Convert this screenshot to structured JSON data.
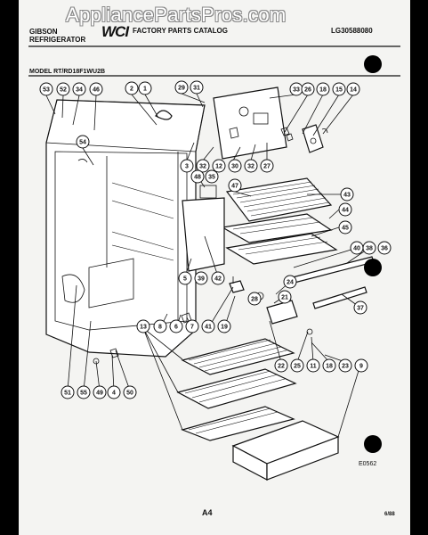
{
  "watermark": "AppliancePartsPros.com",
  "header": {
    "brand": "GIBSON",
    "product": "REFRIGERATOR",
    "logo": "WCI",
    "catalog_title": "FACTORY PARTS CATALOG",
    "catalog_number": "LG30588080"
  },
  "model_line": "MODEL RT/RD18F1WU2B",
  "diagram_code": "E0562",
  "page_number": "A4",
  "date": "6/88",
  "callouts": [
    {
      "id": "c53",
      "label": "53"
    },
    {
      "id": "c52",
      "label": "52"
    },
    {
      "id": "c34",
      "label": "34"
    },
    {
      "id": "c46",
      "label": "46"
    },
    {
      "id": "c2",
      "label": "2"
    },
    {
      "id": "c1",
      "label": "1"
    },
    {
      "id": "c29",
      "label": "29"
    },
    {
      "id": "c31",
      "label": "31"
    },
    {
      "id": "c33",
      "label": "33"
    },
    {
      "id": "c26",
      "label": "26"
    },
    {
      "id": "c18",
      "label": "18"
    },
    {
      "id": "c15",
      "label": "15"
    },
    {
      "id": "c14",
      "label": "14"
    },
    {
      "id": "c54",
      "label": "54"
    },
    {
      "id": "c3",
      "label": "3"
    },
    {
      "id": "c32a",
      "label": "32"
    },
    {
      "id": "c12",
      "label": "12"
    },
    {
      "id": "c30",
      "label": "30"
    },
    {
      "id": "c32b",
      "label": "32"
    },
    {
      "id": "c27",
      "label": "27"
    },
    {
      "id": "c48",
      "label": "48"
    },
    {
      "id": "c35",
      "label": "35"
    },
    {
      "id": "c47",
      "label": "47"
    },
    {
      "id": "c43",
      "label": "43"
    },
    {
      "id": "c44",
      "label": "44"
    },
    {
      "id": "c45",
      "label": "45"
    },
    {
      "id": "c40",
      "label": "40"
    },
    {
      "id": "c38",
      "label": "38"
    },
    {
      "id": "c36",
      "label": "36"
    },
    {
      "id": "c5",
      "label": "5"
    },
    {
      "id": "c39",
      "label": "39"
    },
    {
      "id": "c42",
      "label": "42"
    },
    {
      "id": "c24",
      "label": "24"
    },
    {
      "id": "c21",
      "label": "21"
    },
    {
      "id": "c28",
      "label": "28"
    },
    {
      "id": "c37",
      "label": "37"
    },
    {
      "id": "c13",
      "label": "13"
    },
    {
      "id": "c8",
      "label": "8"
    },
    {
      "id": "c6",
      "label": "6"
    },
    {
      "id": "c7",
      "label": "7"
    },
    {
      "id": "c41",
      "label": "41"
    },
    {
      "id": "c19",
      "label": "19"
    },
    {
      "id": "c22",
      "label": "22"
    },
    {
      "id": "c25",
      "label": "25"
    },
    {
      "id": "c11",
      "label": "11"
    },
    {
      "id": "c18b",
      "label": "18"
    },
    {
      "id": "c23",
      "label": "23"
    },
    {
      "id": "c9",
      "label": "9"
    },
    {
      "id": "c51",
      "label": "51"
    },
    {
      "id": "c55",
      "label": "55"
    },
    {
      "id": "c49",
      "label": "49"
    },
    {
      "id": "c4",
      "label": "4"
    },
    {
      "id": "c50",
      "label": "50"
    }
  ]
}
